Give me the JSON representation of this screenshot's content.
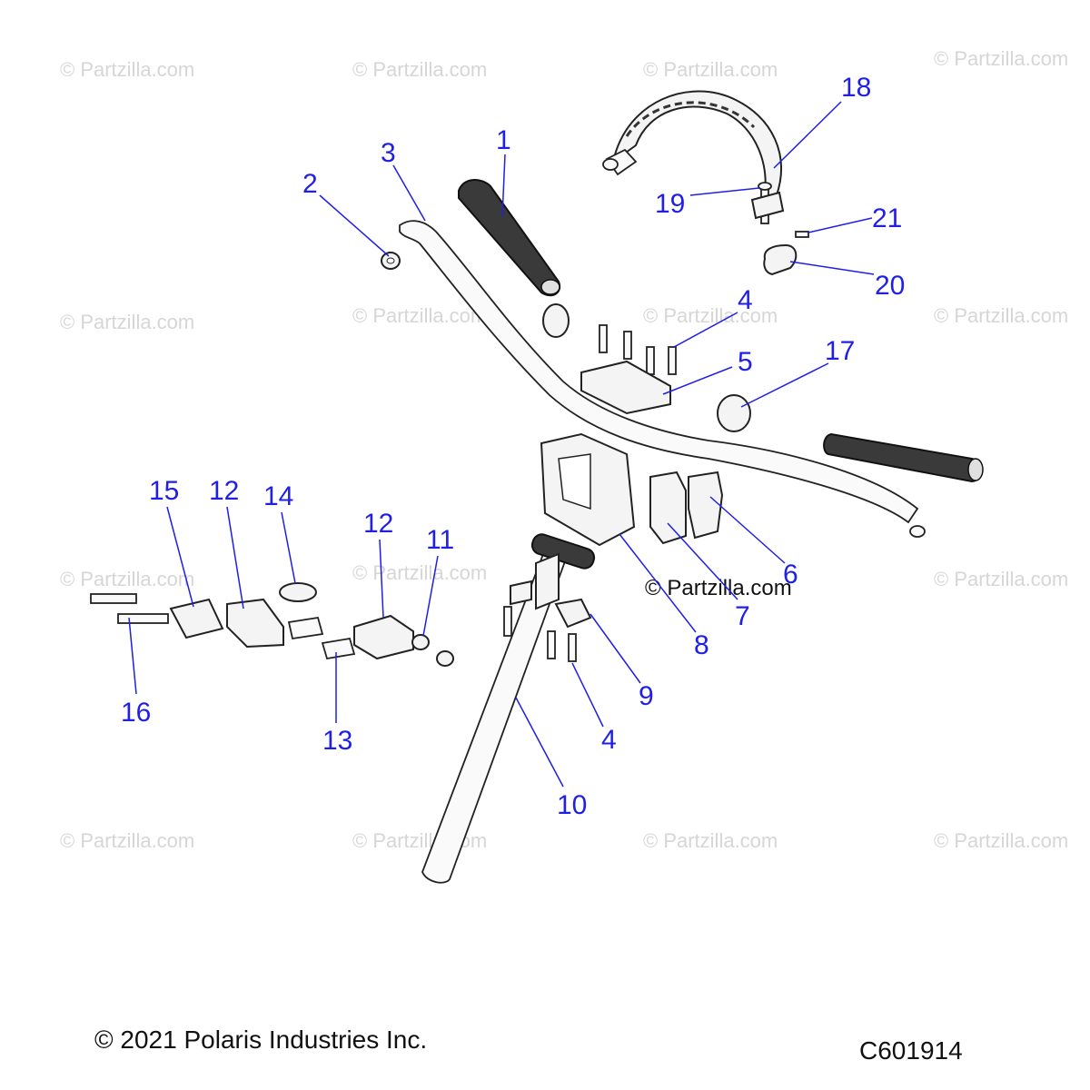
{
  "watermark": "© Partzilla.com",
  "watermark_center": "© Partzilla.com",
  "copyright": "© 2021 Polaris Industries Inc.",
  "diagram_code": "C601914",
  "labels": {
    "l1": "1",
    "l2": "2",
    "l3": "3",
    "l4a": "4",
    "l4b": "4",
    "l5": "5",
    "l6": "6",
    "l7": "7",
    "l8": "8",
    "l9": "9",
    "l10": "10",
    "l11": "11",
    "l12a": "12",
    "l12b": "12",
    "l13": "13",
    "l14": "14",
    "l15": "15",
    "l16": "16",
    "l17": "17",
    "l18": "18",
    "l19": "19",
    "l20": "20",
    "l21": "21"
  }
}
